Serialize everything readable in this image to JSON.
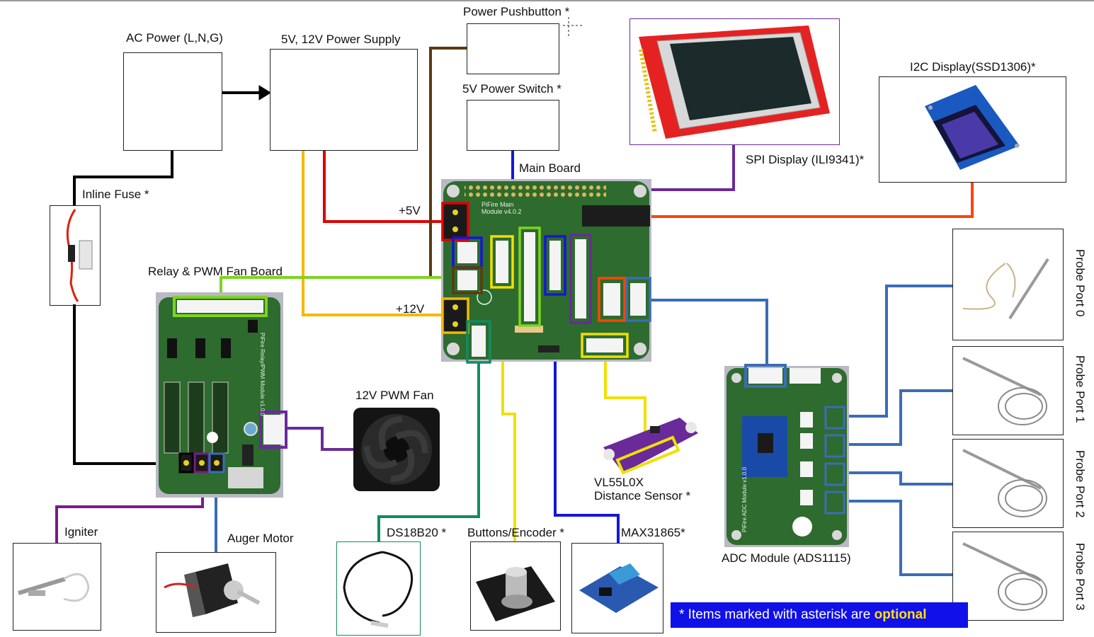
{
  "labels": {
    "ac_power": "AC Power (L,N,G)",
    "power_supply": "5V, 12V Power Supply",
    "power_pushbutton": "Power Pushbutton *",
    "power_switch": "5V Power Switch *",
    "spi_display": "SPI Display (ILI9341)*",
    "i2c_display": "I2C Display(SSD1306)*",
    "main_board": "Main Board",
    "plus5v": "+5V",
    "plus12v": "+12V",
    "inline_fuse": "Inline Fuse *",
    "relay_fan_board": "Relay & PWM Fan Board",
    "pwm_fan": "12V PWM Fan",
    "vl53": "VL55L0X",
    "distance_sensor": "Distance Sensor *",
    "adc_module": "ADC Module (ADS1115)",
    "igniter": "Igniter",
    "auger_motor": "Auger Motor",
    "ds18b20": "DS18B20 *",
    "buttons_encoder": "Buttons/Encoder *",
    "max31865": "MAX31865*",
    "probe_ports": [
      "Probe Port 0",
      "Probe Port 1",
      "Probe Port 2",
      "Probe Port 3"
    ]
  },
  "board_text": {
    "main_board_title": "PiFire Main Module v4.0.2",
    "relay_board_title": "PiFire Relay/PWM Module v1.0.0",
    "adc_board_title": "PiFire ADC Module v1.0.0"
  },
  "note": {
    "prefix": "* Items marked with asterisk are ",
    "emphasis": "optional"
  },
  "colors": {
    "red": "#e00000",
    "orange_yellow": "#f5b800",
    "brown": "#5a3a10",
    "blue": "#1515d8",
    "purple": "#6a2a9a",
    "light_green": "#7ed321",
    "orange": "#ff4500",
    "steel_blue": "#3a6db5",
    "teal": "#138a63",
    "yellow": "#f0e000",
    "black": "#000000",
    "pcb_green": "#2e6b2e",
    "note_bg": "#1010e8",
    "note_highlight": "#ffe000"
  }
}
